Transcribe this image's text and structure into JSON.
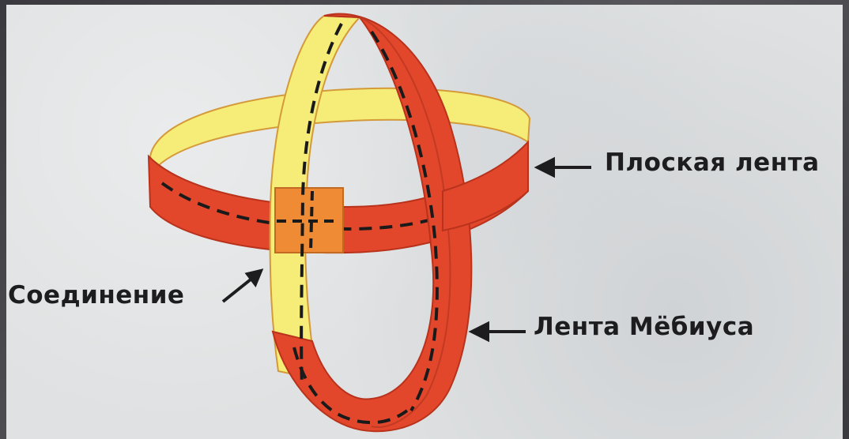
{
  "labels": {
    "flat_strip": "Плоская лента",
    "joint": "Соединение",
    "mobius_strip": "Лента Мёбиуса"
  },
  "colors": {
    "strip_red": "#e2472c",
    "strip_yellow": "#f6ec78",
    "joint_orange": "#ef8a35",
    "dash": "#1a1a1a",
    "background": "#dfe1e2"
  }
}
